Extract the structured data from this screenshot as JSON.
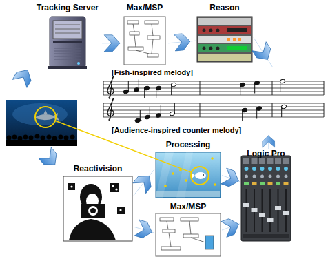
{
  "diagram": {
    "nodes": [
      {
        "text": [
          "Tracking Server"
        ]
      },
      {
        "text": [
          "Max/MSP"
        ]
      },
      {
        "text": [
          "Reason"
        ]
      },
      {
        "text": [
          "[Fish-inspired melody]",
          "[Audience-inspired counter melody]"
        ]
      },
      {
        "text": [
          "Reactivision"
        ]
      },
      {
        "text": [
          "Processing"
        ]
      },
      {
        "text": [
          "Max/MSP"
        ]
      },
      {
        "text": [
          "Logic Pro"
        ]
      }
    ],
    "edges": [
      {
        "from": 0,
        "to": 1,
        "arrow": "to"
      },
      {
        "from": 1,
        "to": 2,
        "arrow": "to"
      },
      {
        "from": 2,
        "to": 3,
        "arrow": "to"
      },
      {
        "from": 4,
        "to": 5,
        "arrow": "to"
      },
      {
        "from": 4,
        "to": 6,
        "arrow": "to"
      },
      {
        "from": 5,
        "to": 7,
        "arrow": "to"
      },
      {
        "from": 6,
        "to": 7,
        "arrow": "to"
      },
      {
        "from": 7,
        "to": 3,
        "arrow": "to"
      }
    ]
  }
}
